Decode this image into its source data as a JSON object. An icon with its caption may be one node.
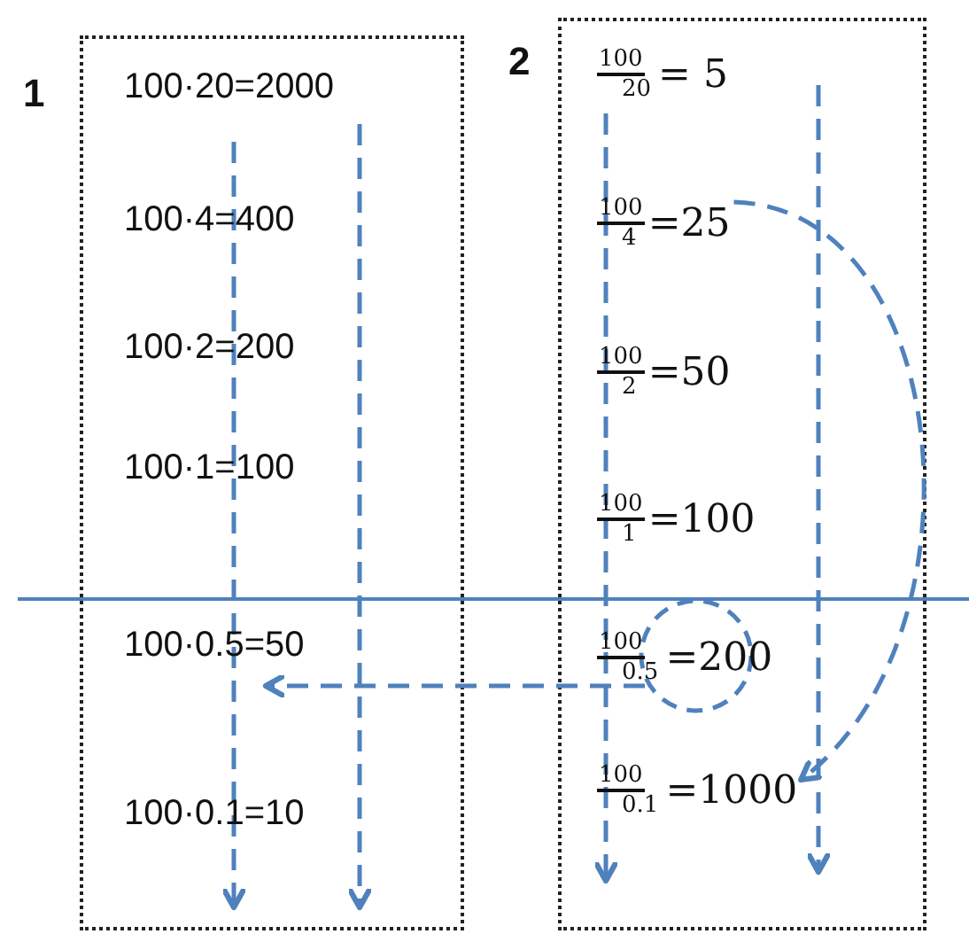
{
  "diagram": {
    "nodes": [
      {
        "text": [
          "1"
        ]
      },
      {
        "text": [
          "100·20=2000"
        ],
        "in": 0
      },
      {
        "text": [
          "100·4=400"
        ],
        "in": 0
      },
      {
        "text": [
          "100·2=200"
        ],
        "in": 0
      },
      {
        "text": [
          "100·1=100"
        ],
        "in": 0
      },
      {
        "text": [
          "100·0.5=50"
        ],
        "in": 0
      },
      {
        "text": [
          "100·0.1=10"
        ],
        "in": 0
      },
      {
        "text": [
          "2"
        ]
      },
      {
        "text": [
          "100",
          "20",
          "= 5"
        ],
        "in": 7
      },
      {
        "text": [
          "100",
          "4",
          "=25"
        ],
        "in": 7
      },
      {
        "text": [
          "100",
          "2",
          "=50"
        ],
        "in": 7
      },
      {
        "text": [
          "100",
          "1",
          " =100"
        ],
        "in": 7
      },
      {
        "text": [
          "100",
          "0.5",
          "=200"
        ],
        "in": 7
      },
      {
        "text": [
          "100",
          "0.1",
          "=1000"
        ],
        "in": 7
      },
      {
        "text": [],
        "shape": "circle",
        "in": 7
      }
    ],
    "edges": [
      {
        "from": 9,
        "to": 13,
        "arrow": "to",
        "style": "dashed"
      },
      {
        "from": 14,
        "to": 5,
        "arrow": "to",
        "style": "dashed"
      }
    ]
  }
}
